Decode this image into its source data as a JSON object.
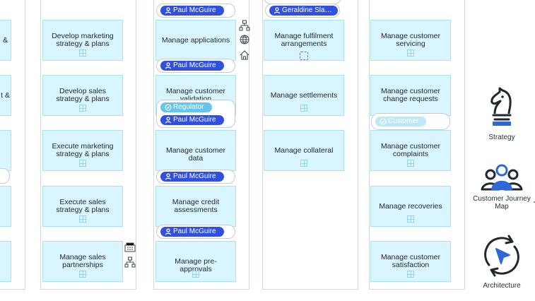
{
  "lanes": {
    "lane2": [
      "Develop marketing strategy & plans",
      "Develop sales strategy & plans",
      "Execute marketing strategy & plans",
      "Execute sales strategy & plans",
      "Manage sales partnerships"
    ],
    "lane3": [
      "Manage applications",
      "Manage customer validation",
      "Manage customer data",
      "Manage credit assessments",
      "Manage pre-approvals"
    ],
    "lane4": [
      "Manage fulfilment arrangements",
      "Manage settlements",
      "Manage collateral"
    ],
    "lane5": [
      "Manage customer servicing",
      "Manage customer change requests",
      "Manage customer complaints",
      "Manage recoveries",
      "Manage customer satisfaction"
    ],
    "left_partial": [
      "&",
      "t &"
    ]
  },
  "tags": {
    "paul": "Paul McGuire",
    "geraldine": "Geraldine Slat…",
    "regulator": "Regulator",
    "customer": "Customer"
  },
  "right_panel": {
    "strategy_label": "Strategy",
    "journey_label": "Customer Journey Map",
    "architecture_label": "Architecture"
  },
  "colors": {
    "card_fill": "#d9f5ff",
    "card_border": "#a9e2f4",
    "tag_primary": "#3150df",
    "tag_secondary": "#67c5eb",
    "icon_dark": "#1f2730",
    "icon_blue": "#2f67d5"
  },
  "icons": {
    "person": "person-icon",
    "check": "check-circle-icon",
    "plus": "plus-square-icon",
    "strategy": "knight-icon",
    "journey": "customer-journey-icon",
    "architecture": "cursor-cycle-icon"
  }
}
